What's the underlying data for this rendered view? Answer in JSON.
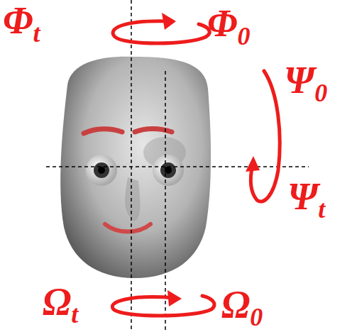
{
  "diagram": {
    "labels": [
      "Φt",
      "Φ0",
      "Ψ0",
      "Ψt",
      "Ωt",
      "Ω0"
    ]
  }
}
